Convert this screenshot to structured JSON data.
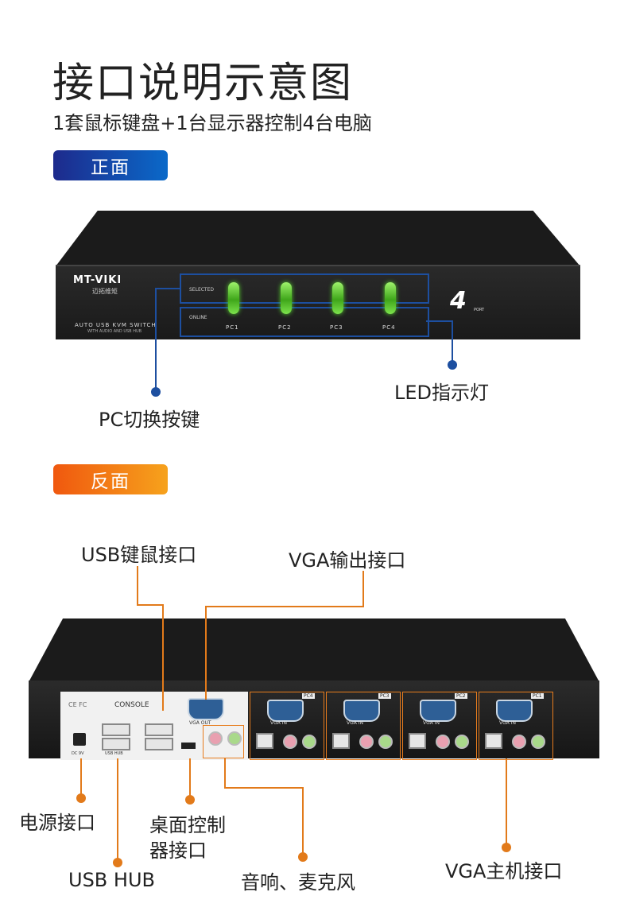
{
  "header": {
    "title": "接口说明示意图",
    "subtitle": "1套鼠标键盘+1台显示器控制4台电脑"
  },
  "front": {
    "section_label": "正面",
    "brand": "MT-VIKI",
    "brand_sub": "迈拓维矩",
    "model_line1": "AUTO USB KVM SWITCH",
    "model_line2": "WITH AUDIO AND USB HUB",
    "row_selected": "SELECTED",
    "row_online": "ONLINE",
    "ports": [
      "PC1",
      "PC2",
      "PC3",
      "PC4"
    ],
    "port_count": "4",
    "port_word": "PORT",
    "callouts": {
      "pc_switch": "PC切换按键",
      "led": "LED指示灯"
    }
  },
  "back": {
    "section_label": "反面",
    "console": "CONSOLE",
    "ce": "CE FC",
    "vga_out": "VGA OUT",
    "vga_in": "VGA IN",
    "dc": "DC 9V",
    "usb_hub": "USB HUB",
    "port_tags": [
      "PC4",
      "PC3",
      "PC2",
      "PC1"
    ],
    "callouts": {
      "usb_km": "USB键鼠接口",
      "vga_out": "VGA输出接口",
      "power": "电源接口",
      "desktop_ctrl_1": "桌面控制",
      "desktop_ctrl_2": "器接口",
      "usb_hub": "USB HUB",
      "audio": "音响、麦克风",
      "vga_host": "VGA主机接口"
    }
  },
  "colors": {
    "front_pill": "#1d2a8c",
    "back_pill": "#f0580f",
    "callout_blue": "#1d4fa0",
    "callout_orange": "#e27a1a",
    "led_green": "#55d22c"
  }
}
